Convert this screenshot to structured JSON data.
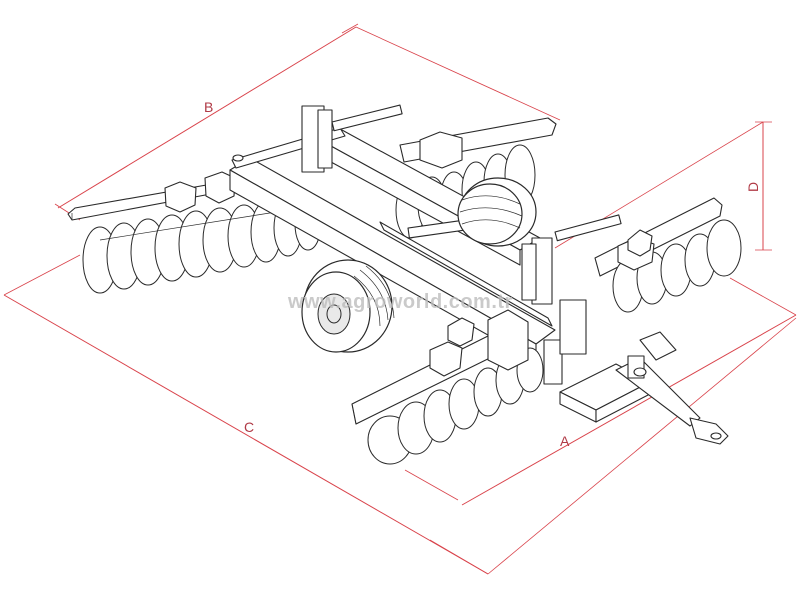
{
  "diagram": {
    "dimension_labels": {
      "A": "A",
      "B": "B",
      "C": "C",
      "D": "D"
    },
    "watermark": "www.agroworld.com.tr",
    "colors": {
      "dimension": "#d9434b",
      "dimension_text": "#b03a46",
      "ink": "#2a2a2a",
      "watermark": "#bdbdbd"
    }
  }
}
